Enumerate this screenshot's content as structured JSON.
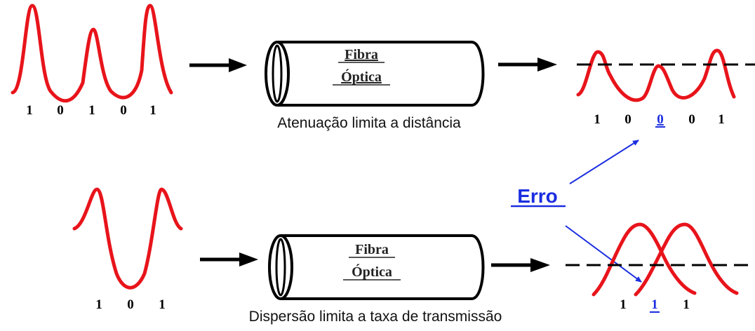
{
  "colors": {
    "signal": "#e8141b",
    "ink": "#000000",
    "error": "#1a2de0"
  },
  "top_row": {
    "input_bits": [
      "1",
      "0",
      "1",
      "0",
      "1"
    ],
    "fiber_label_line1": "Fibra",
    "fiber_label_line2": "Óptica",
    "caption": "Atenuação limita a distância",
    "output_bits": [
      "1",
      "0",
      "0",
      "0",
      "1"
    ],
    "error_bit_index": 2
  },
  "bottom_row": {
    "input_bits": [
      "1",
      "0",
      "1"
    ],
    "fiber_label_line1": "Fibra",
    "fiber_label_line2": "Óptica",
    "caption": "Dispersão limita a taxa de transmissão",
    "output_bits": [
      "1",
      "1",
      "1"
    ],
    "error_bit_index": 1
  },
  "error_label": "Erro",
  "icons": {
    "arrow": "right-arrow-icon",
    "fiber": "fiber-cable-icon"
  }
}
